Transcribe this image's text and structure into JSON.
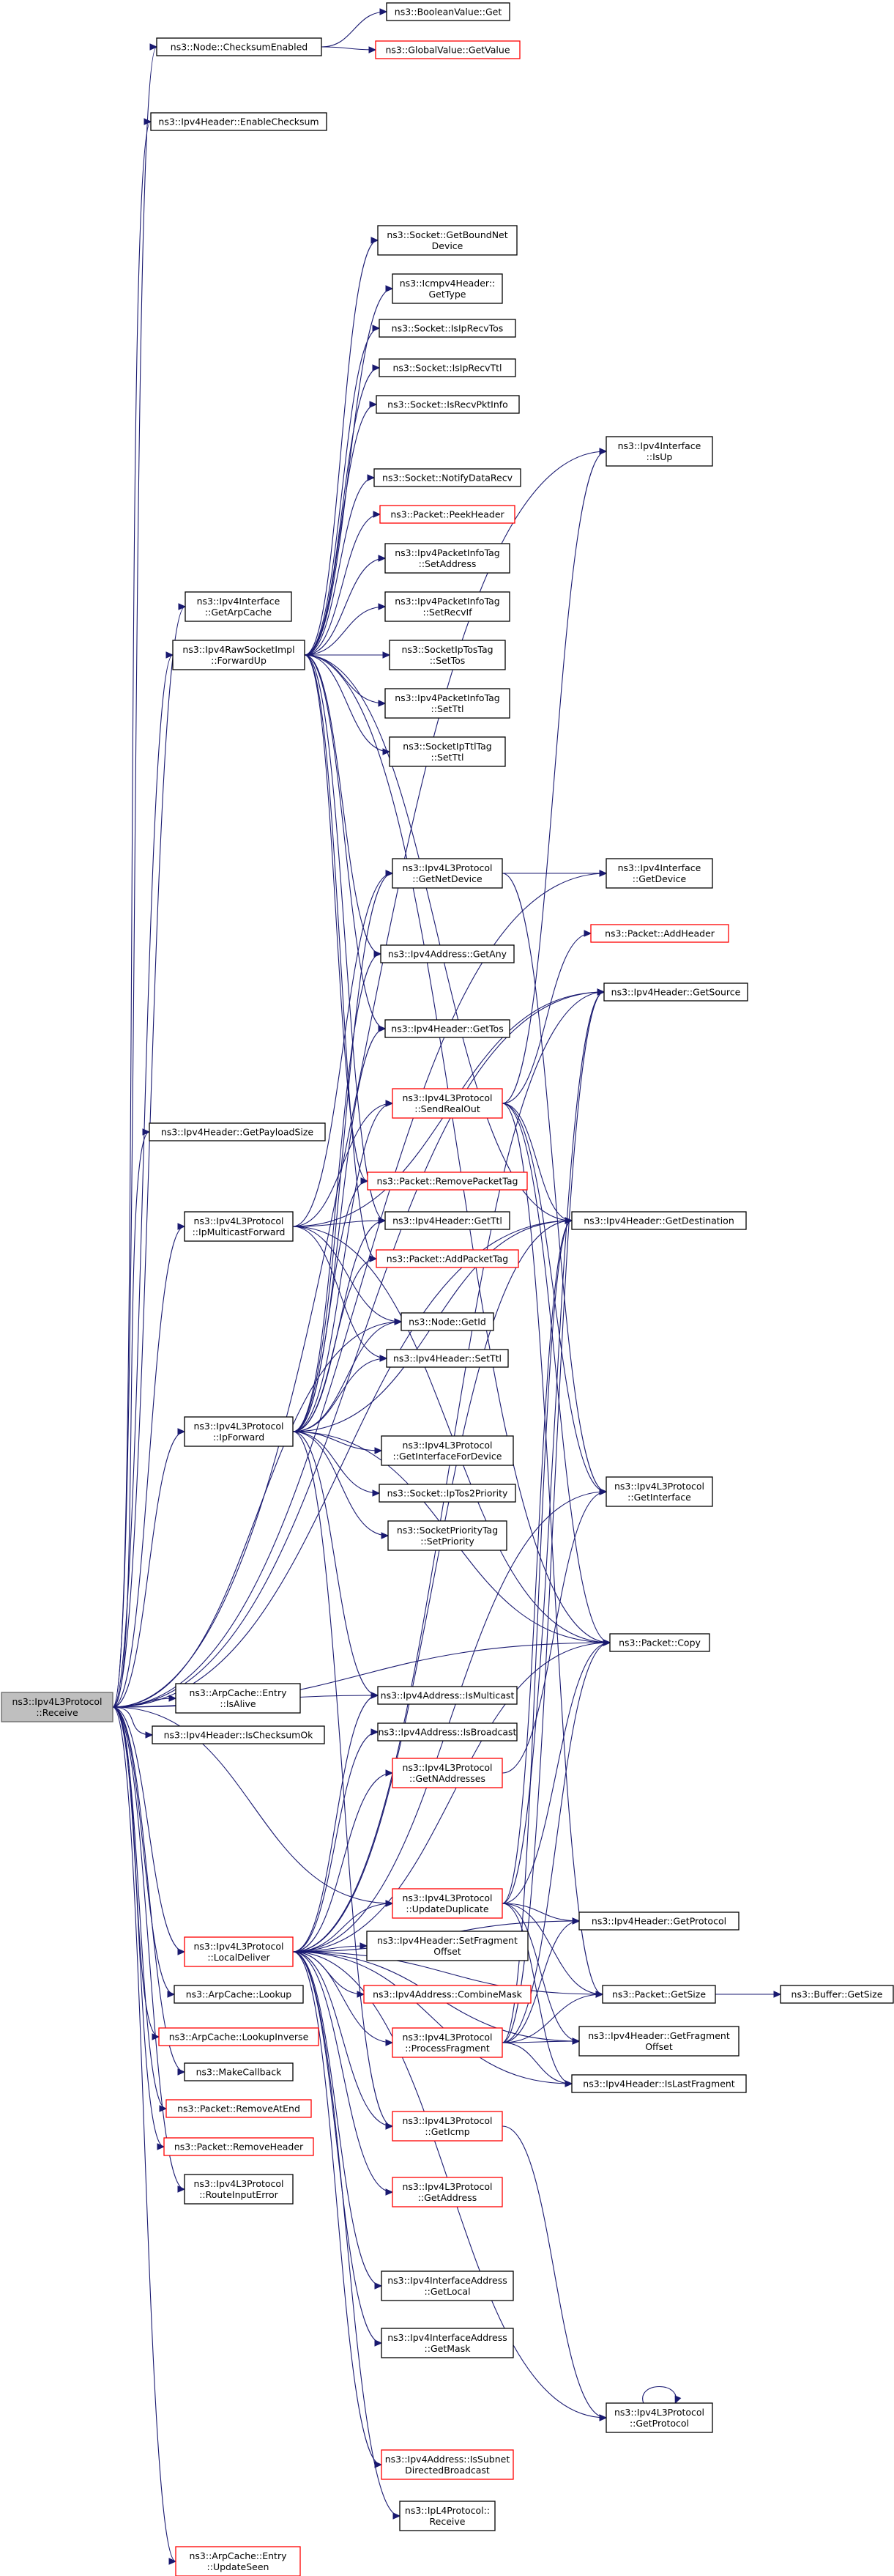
{
  "graph": {
    "colors": {
      "edge": "#191970",
      "node_border": "#000000",
      "node_border_incomplete": "#ff0000",
      "root_fill": "#bfbfbf",
      "node_fill": "#ffffff"
    },
    "nodes": [
      {
        "id": "receive",
        "lines": [
          "ns3::Ipv4L3Protocol",
          "::Receive"
        ],
        "style": "root"
      },
      {
        "id": "checksumEnabled",
        "lines": [
          "ns3::Node::ChecksumEnabled"
        ],
        "style": "normal"
      },
      {
        "id": "booleanGet",
        "lines": [
          "ns3::BooleanValue::Get"
        ],
        "style": "normal"
      },
      {
        "id": "globalGetValue",
        "lines": [
          "ns3::GlobalValue::GetValue"
        ],
        "style": "red"
      },
      {
        "id": "enableChecksum",
        "lines": [
          "ns3::Ipv4Header::EnableChecksum"
        ],
        "style": "normal"
      },
      {
        "id": "getBoundNetDevice",
        "lines": [
          "ns3::Socket::GetBoundNet",
          "Device"
        ],
        "style": "normal"
      },
      {
        "id": "icmpGetType",
        "lines": [
          "ns3::Icmpv4Header::",
          "GetType"
        ],
        "style": "normal"
      },
      {
        "id": "isIpRecvTos",
        "lines": [
          "ns3::Socket::IsIpRecvTos"
        ],
        "style": "normal"
      },
      {
        "id": "isIpRecvTtl",
        "lines": [
          "ns3::Socket::IsIpRecvTtl"
        ],
        "style": "normal"
      },
      {
        "id": "isRecvPktInfo",
        "lines": [
          "ns3::Socket::IsRecvPktInfo"
        ],
        "style": "normal"
      },
      {
        "id": "ifaceIsUp",
        "lines": [
          "ns3::Ipv4Interface",
          "::IsUp"
        ],
        "style": "normal"
      },
      {
        "id": "notifyDataRecv",
        "lines": [
          "ns3::Socket::NotifyDataRecv"
        ],
        "style": "normal"
      },
      {
        "id": "peekHeader",
        "lines": [
          "ns3::Packet::PeekHeader"
        ],
        "style": "red"
      },
      {
        "id": "pktInfoSetAddress",
        "lines": [
          "ns3::Ipv4PacketInfoTag",
          "::SetAddress"
        ],
        "style": "normal"
      },
      {
        "id": "getArpCache",
        "lines": [
          "ns3::Ipv4Interface",
          "::GetArpCache"
        ],
        "style": "normal"
      },
      {
        "id": "pktInfoSetRecvIf",
        "lines": [
          "ns3::Ipv4PacketInfoTag",
          "::SetRecvIf"
        ],
        "style": "normal"
      },
      {
        "id": "forwardUp",
        "lines": [
          "ns3::Ipv4RawSocketImpl",
          "::ForwardUp"
        ],
        "style": "normal"
      },
      {
        "id": "tosTagSetTos",
        "lines": [
          "ns3::SocketIpTosTag",
          "::SetTos"
        ],
        "style": "normal"
      },
      {
        "id": "pktInfoSetTtl",
        "lines": [
          "ns3::Ipv4PacketInfoTag",
          "::SetTtl"
        ],
        "style": "normal"
      },
      {
        "id": "ttlTagSetTtl",
        "lines": [
          "ns3::SocketIpTtlTag",
          "::SetTtl"
        ],
        "style": "normal"
      },
      {
        "id": "l3GetNetDevice",
        "lines": [
          "ns3::Ipv4L3Protocol",
          "::GetNetDevice"
        ],
        "style": "normal"
      },
      {
        "id": "ifaceGetDevice",
        "lines": [
          "ns3::Ipv4Interface",
          "::GetDevice"
        ],
        "style": "normal"
      },
      {
        "id": "addHeader",
        "lines": [
          "ns3::Packet::AddHeader"
        ],
        "style": "red"
      },
      {
        "id": "getAny",
        "lines": [
          "ns3::Ipv4Address::GetAny"
        ],
        "style": "normal"
      },
      {
        "id": "getSource",
        "lines": [
          "ns3::Ipv4Header::GetSource"
        ],
        "style": "normal"
      },
      {
        "id": "getTos",
        "lines": [
          "ns3::Ipv4Header::GetTos"
        ],
        "style": "normal"
      },
      {
        "id": "sendRealOut",
        "lines": [
          "ns3::Ipv4L3Protocol",
          "::SendRealOut"
        ],
        "style": "red"
      },
      {
        "id": "getPayloadSize",
        "lines": [
          "ns3::Ipv4Header::GetPayloadSize"
        ],
        "style": "normal"
      },
      {
        "id": "removePacketTag",
        "lines": [
          "ns3::Packet::RemovePacketTag"
        ],
        "style": "red"
      },
      {
        "id": "ipMulticastForward",
        "lines": [
          "ns3::Ipv4L3Protocol",
          "::IpMulticastForward"
        ],
        "style": "normal"
      },
      {
        "id": "getTtl",
        "lines": [
          "ns3::Ipv4Header::GetTtl"
        ],
        "style": "normal"
      },
      {
        "id": "getDestination",
        "lines": [
          "ns3::Ipv4Header::GetDestination"
        ],
        "style": "normal"
      },
      {
        "id": "addPacketTag",
        "lines": [
          "ns3::Packet::AddPacketTag"
        ],
        "style": "red"
      },
      {
        "id": "nodeGetId",
        "lines": [
          "ns3::Node::GetId"
        ],
        "style": "normal"
      },
      {
        "id": "setTtl",
        "lines": [
          "ns3::Ipv4Header::SetTtl"
        ],
        "style": "normal"
      },
      {
        "id": "ipForward",
        "lines": [
          "ns3::Ipv4L3Protocol",
          "::IpForward"
        ],
        "style": "normal"
      },
      {
        "id": "getInterfaceForDevice",
        "lines": [
          "ns3::Ipv4L3Protocol",
          "::GetInterfaceForDevice"
        ],
        "style": "normal"
      },
      {
        "id": "ipTos2Priority",
        "lines": [
          "ns3::Socket::IpTos2Priority"
        ],
        "style": "normal"
      },
      {
        "id": "l3GetInterface",
        "lines": [
          "ns3::Ipv4L3Protocol",
          "::GetInterface"
        ],
        "style": "normal"
      },
      {
        "id": "setPriority",
        "lines": [
          "ns3::SocketPriorityTag",
          "::SetPriority"
        ],
        "style": "normal"
      },
      {
        "id": "packetCopy",
        "lines": [
          "ns3::Packet::Copy"
        ],
        "style": "normal"
      },
      {
        "id": "arpIsAlive",
        "lines": [
          "ns3::ArpCache::Entry",
          "::IsAlive"
        ],
        "style": "normal"
      },
      {
        "id": "isMulticast",
        "lines": [
          "ns3::Ipv4Address::IsMulticast"
        ],
        "style": "normal"
      },
      {
        "id": "isChecksumOk",
        "lines": [
          "ns3::Ipv4Header::IsChecksumOk"
        ],
        "style": "normal"
      },
      {
        "id": "isBroadcast",
        "lines": [
          "ns3::Ipv4Address::IsBroadcast"
        ],
        "style": "normal"
      },
      {
        "id": "getNAddresses",
        "lines": [
          "ns3::Ipv4L3Protocol",
          "::GetNAddresses"
        ],
        "style": "red"
      },
      {
        "id": "updateDuplicate",
        "lines": [
          "ns3::Ipv4L3Protocol",
          "::UpdateDuplicate"
        ],
        "style": "red"
      },
      {
        "id": "getProtocol",
        "lines": [
          "ns3::Ipv4Header::GetProtocol"
        ],
        "style": "normal"
      },
      {
        "id": "localDeliver",
        "lines": [
          "ns3::Ipv4L3Protocol",
          "::LocalDeliver"
        ],
        "style": "red"
      },
      {
        "id": "setFragmentOffset",
        "lines": [
          "ns3::Ipv4Header::SetFragment",
          "Offset"
        ],
        "style": "normal"
      },
      {
        "id": "arpLookup",
        "lines": [
          "ns3::ArpCache::Lookup"
        ],
        "style": "normal"
      },
      {
        "id": "combineMask",
        "lines": [
          "ns3::Ipv4Address::CombineMask"
        ],
        "style": "red"
      },
      {
        "id": "packetGetSize",
        "lines": [
          "ns3::Packet::GetSize"
        ],
        "style": "normal"
      },
      {
        "id": "bufferGetSize",
        "lines": [
          "ns3::Buffer::GetSize"
        ],
        "style": "normal"
      },
      {
        "id": "processFragment",
        "lines": [
          "ns3::Ipv4L3Protocol",
          "::ProcessFragment"
        ],
        "style": "red"
      },
      {
        "id": "arpLookupInverse",
        "lines": [
          "ns3::ArpCache::LookupInverse"
        ],
        "style": "red"
      },
      {
        "id": "getFragmentOffset",
        "lines": [
          "ns3::Ipv4Header::GetFragment",
          "Offset"
        ],
        "style": "normal"
      },
      {
        "id": "makeCallback",
        "lines": [
          "ns3::MakeCallback"
        ],
        "style": "normal"
      },
      {
        "id": "isLastFragment",
        "lines": [
          "ns3::Ipv4Header::IsLastFragment"
        ],
        "style": "normal"
      },
      {
        "id": "getIcmp",
        "lines": [
          "ns3::Ipv4L3Protocol",
          "::GetIcmp"
        ],
        "style": "red"
      },
      {
        "id": "removeAtEnd",
        "lines": [
          "ns3::Packet::RemoveAtEnd"
        ],
        "style": "red"
      },
      {
        "id": "removeHeader",
        "lines": [
          "ns3::Packet::RemoveHeader"
        ],
        "style": "red"
      },
      {
        "id": "l3GetAddress",
        "lines": [
          "ns3::Ipv4L3Protocol",
          "::GetAddress"
        ],
        "style": "red"
      },
      {
        "id": "routeInputError",
        "lines": [
          "ns3::Ipv4L3Protocol",
          "::RouteInputError"
        ],
        "style": "normal"
      },
      {
        "id": "ifaceAddrGetLocal",
        "lines": [
          "ns3::Ipv4InterfaceAddress",
          "::GetLocal"
        ],
        "style": "normal"
      },
      {
        "id": "ifaceAddrGetMask",
        "lines": [
          "ns3::Ipv4InterfaceAddress",
          "::GetMask"
        ],
        "style": "normal"
      },
      {
        "id": "l3GetProtocol",
        "lines": [
          "ns3::Ipv4L3Protocol",
          "::GetProtocol"
        ],
        "style": "normal"
      },
      {
        "id": "isSubnetDirectedBroadcast",
        "lines": [
          "ns3::Ipv4Address::IsSubnet",
          "DirectedBroadcast"
        ],
        "style": "red"
      },
      {
        "id": "ipL4Receive",
        "lines": [
          "ns3::IpL4Protocol::",
          "Receive"
        ],
        "style": "normal"
      },
      {
        "id": "arpUpdateSeen",
        "lines": [
          "ns3::ArpCache::Entry",
          "::UpdateSeen"
        ],
        "style": "red"
      }
    ],
    "edges": [
      [
        "receive",
        "checksumEnabled"
      ],
      [
        "receive",
        "enableChecksum"
      ],
      [
        "receive",
        "ifaceIsUp"
      ],
      [
        "receive",
        "getArpCache"
      ],
      [
        "receive",
        "forwardUp"
      ],
      [
        "receive",
        "ifaceGetDevice"
      ],
      [
        "receive",
        "getSource"
      ],
      [
        "receive",
        "getPayloadSize"
      ],
      [
        "receive",
        "ipMulticastForward"
      ],
      [
        "receive",
        "getDestination"
      ],
      [
        "receive",
        "nodeGetId"
      ],
      [
        "receive",
        "ipForward"
      ],
      [
        "receive",
        "packetCopy"
      ],
      [
        "receive",
        "arpIsAlive"
      ],
      [
        "receive",
        "isMulticast"
      ],
      [
        "receive",
        "isChecksumOk"
      ],
      [
        "receive",
        "updateDuplicate"
      ],
      [
        "receive",
        "localDeliver"
      ],
      [
        "receive",
        "arpLookup"
      ],
      [
        "receive",
        "arpLookupInverse"
      ],
      [
        "receive",
        "makeCallback"
      ],
      [
        "receive",
        "removeAtEnd"
      ],
      [
        "receive",
        "removeHeader"
      ],
      [
        "receive",
        "routeInputError"
      ],
      [
        "receive",
        "arpUpdateSeen"
      ],
      [
        "checksumEnabled",
        "booleanGet"
      ],
      [
        "checksumEnabled",
        "globalGetValue"
      ],
      [
        "forwardUp",
        "getBoundNetDevice"
      ],
      [
        "forwardUp",
        "icmpGetType"
      ],
      [
        "forwardUp",
        "isIpRecvTos"
      ],
      [
        "forwardUp",
        "isIpRecvTtl"
      ],
      [
        "forwardUp",
        "isRecvPktInfo"
      ],
      [
        "forwardUp",
        "notifyDataRecv"
      ],
      [
        "forwardUp",
        "peekHeader"
      ],
      [
        "forwardUp",
        "pktInfoSetAddress"
      ],
      [
        "forwardUp",
        "pktInfoSetRecvIf"
      ],
      [
        "forwardUp",
        "tosTagSetTos"
      ],
      [
        "forwardUp",
        "pktInfoSetTtl"
      ],
      [
        "forwardUp",
        "ttlTagSetTtl"
      ],
      [
        "forwardUp",
        "getAny"
      ],
      [
        "forwardUp",
        "getTos"
      ],
      [
        "forwardUp",
        "getTtl"
      ],
      [
        "forwardUp",
        "getDestination"
      ],
      [
        "forwardUp",
        "removePacketTag"
      ],
      [
        "forwardUp",
        "addPacketTag"
      ],
      [
        "forwardUp",
        "packetCopy"
      ],
      [
        "l3GetNetDevice",
        "ifaceGetDevice"
      ],
      [
        "l3GetNetDevice",
        "l3GetInterface"
      ],
      [
        "sendRealOut",
        "ifaceIsUp"
      ],
      [
        "sendRealOut",
        "addHeader"
      ],
      [
        "sendRealOut",
        "getDestination"
      ],
      [
        "sendRealOut",
        "l3GetInterface"
      ],
      [
        "sendRealOut",
        "packetCopy"
      ],
      [
        "sendRealOut",
        "packetGetSize"
      ],
      [
        "ipMulticastForward",
        "l3GetNetDevice"
      ],
      [
        "ipMulticastForward",
        "sendRealOut"
      ],
      [
        "ipMulticastForward",
        "getTtl"
      ],
      [
        "ipMulticastForward",
        "nodeGetId"
      ],
      [
        "ipMulticastForward",
        "setTtl"
      ],
      [
        "ipMulticastForward",
        "packetCopy"
      ],
      [
        "ipMulticastForward",
        "getSource"
      ],
      [
        "ipForward",
        "l3GetNetDevice"
      ],
      [
        "ipForward",
        "getAny"
      ],
      [
        "ipForward",
        "getTos"
      ],
      [
        "ipForward",
        "sendRealOut"
      ],
      [
        "ipForward",
        "removePacketTag"
      ],
      [
        "ipForward",
        "getTtl"
      ],
      [
        "ipForward",
        "addPacketTag"
      ],
      [
        "ipForward",
        "nodeGetId"
      ],
      [
        "ipForward",
        "setTtl"
      ],
      [
        "ipForward",
        "getInterfaceForDevice"
      ],
      [
        "ipForward",
        "ipTos2Priority"
      ],
      [
        "ipForward",
        "setPriority"
      ],
      [
        "ipForward",
        "packetCopy"
      ],
      [
        "ipForward",
        "isMulticast"
      ],
      [
        "ipForward",
        "getDestination"
      ],
      [
        "ipForward",
        "getIcmp"
      ],
      [
        "getNAddresses",
        "l3GetInterface"
      ],
      [
        "updateDuplicate",
        "getDestination"
      ],
      [
        "updateDuplicate",
        "getSource"
      ],
      [
        "updateDuplicate",
        "getProtocol"
      ],
      [
        "updateDuplicate",
        "packetGetSize"
      ],
      [
        "updateDuplicate",
        "getFragmentOffset"
      ],
      [
        "updateDuplicate",
        "isLastFragment"
      ],
      [
        "updateDuplicate",
        "packetCopy"
      ],
      [
        "localDeliver",
        "isMulticast"
      ],
      [
        "localDeliver",
        "isBroadcast"
      ],
      [
        "localDeliver",
        "getNAddresses"
      ],
      [
        "localDeliver",
        "updateDuplicate"
      ],
      [
        "localDeliver",
        "setFragmentOffset"
      ],
      [
        "localDeliver",
        "combineMask"
      ],
      [
        "localDeliver",
        "processFragment"
      ],
      [
        "localDeliver",
        "getIcmp"
      ],
      [
        "localDeliver",
        "l3GetAddress"
      ],
      [
        "localDeliver",
        "ifaceAddrGetLocal"
      ],
      [
        "localDeliver",
        "ifaceAddrGetMask"
      ],
      [
        "localDeliver",
        "isSubnetDirectedBroadcast"
      ],
      [
        "localDeliver",
        "ipL4Receive"
      ],
      [
        "localDeliver",
        "l3GetProtocol"
      ],
      [
        "localDeliver",
        "getProtocol"
      ],
      [
        "localDeliver",
        "packetGetSize"
      ],
      [
        "localDeliver",
        "getDestination"
      ],
      [
        "localDeliver",
        "getSource"
      ],
      [
        "localDeliver",
        "l3GetInterface"
      ],
      [
        "localDeliver",
        "packetCopy"
      ],
      [
        "localDeliver",
        "getFragmentOffset"
      ],
      [
        "localDeliver",
        "isLastFragment"
      ],
      [
        "processFragment",
        "getProtocol"
      ],
      [
        "processFragment",
        "packetGetSize"
      ],
      [
        "processFragment",
        "getFragmentOffset"
      ],
      [
        "processFragment",
        "isLastFragment"
      ],
      [
        "processFragment",
        "getSource"
      ],
      [
        "processFragment",
        "getDestination"
      ],
      [
        "processFragment",
        "packetCopy"
      ],
      [
        "getIcmp",
        "l3GetProtocol"
      ],
      [
        "packetGetSize",
        "bufferGetSize"
      ],
      [
        "l3GetProtocol",
        "l3GetProtocol"
      ]
    ]
  }
}
